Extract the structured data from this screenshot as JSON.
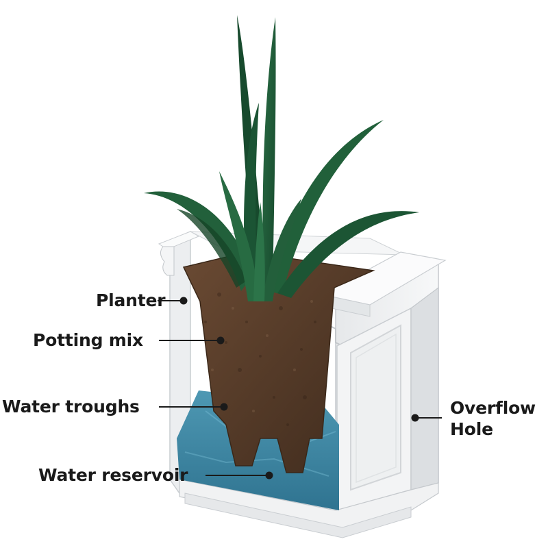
{
  "labels": {
    "planter": "Planter",
    "potting_mix": "Potting mix",
    "water_troughs": "Water troughs",
    "water_reservoir": "Water reservoir",
    "overflow_hole_line1": "Overflow",
    "overflow_hole_line2": "Hole"
  },
  "colors": {
    "planter_white": "#f2f3f4",
    "planter_shadow": "#d4d7da",
    "soil": "#5a3f2b",
    "soil_dark": "#3e2a1c",
    "water": "#3f8aa6",
    "leaf": "#1f5a38",
    "leaf_dark": "#143f27",
    "leader_line": "#1a1a1a"
  }
}
